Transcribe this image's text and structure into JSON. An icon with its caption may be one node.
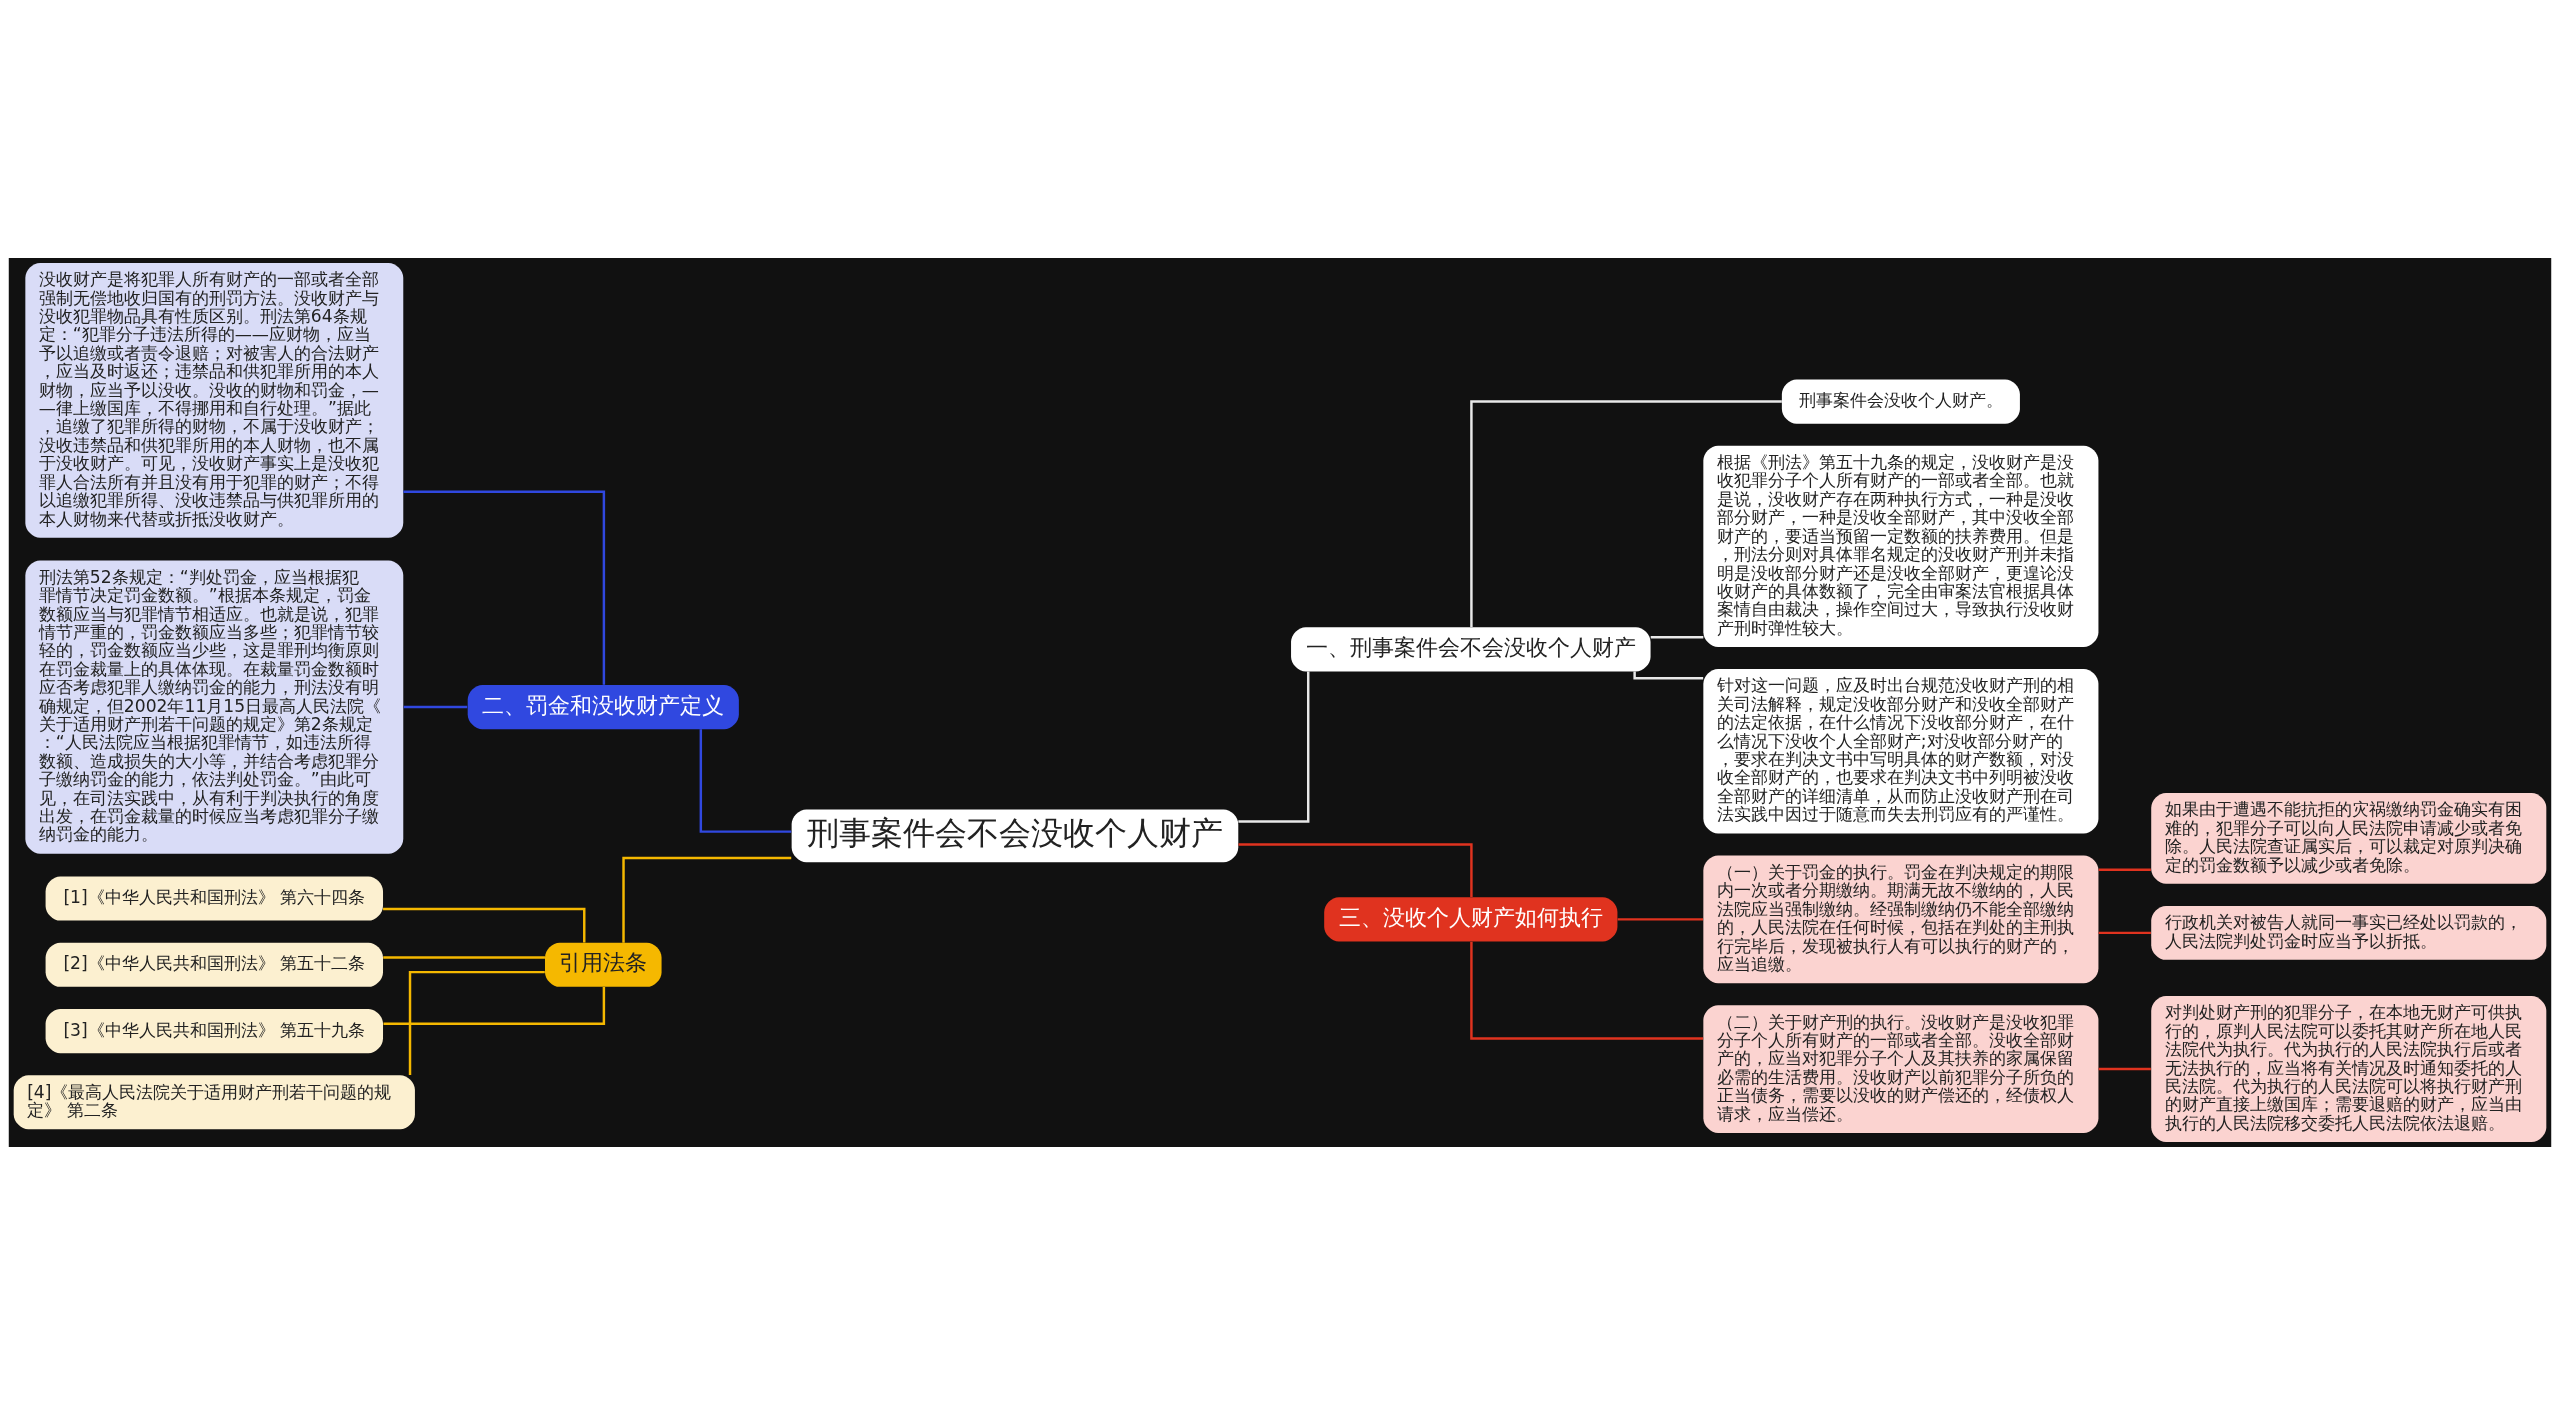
{
  "diagram": {
    "nodes": [
      {
        "text": [
          "刑事案件会不会没收个人财产"
        ]
      },
      {
        "text": [
          "一、刑事案件会不会没收个人财产"
        ]
      },
      {
        "text": [
          "刑事案件会没收个人财产。"
        ]
      },
      {
        "text": [
          "根据《刑法》第五十九条的规定，没收财产是没收犯罪分子个人所有财产的一部或者全部。也就是说，没收财产存在两种执行方式，一种是没收部分财产，一种是没收全部财产，其中没收全部财产的，要适当预留一定数额的扶养费用。但是，刑法分则对具体罪名规定的没收财产刑并未指明是没收部分财产还是没收全部财产，更遑论没收财产的具体数额了，完全由审案法官根据具体案情自由裁决，操作空间过大，导致执行没收财产刑时弹性较大。"
        ]
      },
      {
        "text": [
          "针对这一问题，应及时出台规范没收财产刑的相关司法解释，规定没收部分财产和没收全部财产的法定依据，在什么情况下没收部分财产，在什么情况下没收个人全部财产;对没收部分财产的，要求在判决文书中写明具体的财产数额，对没收全部财产的，也要求在判决文书中列明被没收全部财产的详细清单，从而防止没收财产刑在司法实践中因过于随意而失去刑罚应有的严谨性。"
        ]
      },
      {
        "text": [
          "三、没收个人财产如何执行"
        ]
      },
      {
        "text": [
          "（一）关于罚金的执行。罚金在判决规定的期限内一次或者分期缴纳。期满无故不缴纳的，人民法院应当强制缴纳。经强制缴纳仍不能全部缴纳的，人民法院在任何时候，包括在判处的主刑执行完毕后，发现被执行人有可以执行的财产的，应当追缴。"
        ]
      },
      {
        "text": [
          "如果由于遭遇不能抗拒的灾祸缴纳罚金确实有困难的，犯罪分子可以向人民法院申请减少或者免除。人民法院查证属实后，可以裁定对原判决确定的罚金数额予以减少或者免除。"
        ]
      },
      {
        "text": [
          "行政机关对被告人就同一事实已经处以罚款的，人民法院判处罚金时应当予以折抵。"
        ]
      },
      {
        "text": [
          "（二）关于财产刑的执行。没收财产是没收犯罪分子个人所有财产的一部或者全部。没收全部财产的，应当对犯罪分子个人及其扶养的家属保留必需的生活费用。没收财产以前犯罪分子所负的正当债务，需要以没收的财产偿还的，经债权人请求，应当偿还。"
        ]
      },
      {
        "text": [
          "对判处财产刑的犯罪分子，在本地无财产可供执行的，原判人民法院可以委托其财产所在地人民法院代为执行。代为执行的人民法院执行后或者无法执行的，应当将有关情况及时通知委托的人民法院。代为执行的人民法院可以将执行财产刑的财产直接上缴国库；需要退赔的财产，应当由执行的人民法院移交委托人民法院依法退赔。"
        ]
      },
      {
        "text": [
          "二、罚金和没收财产定义"
        ]
      },
      {
        "text": [
          "没收财产是将犯罪人所有财产的一部或者全部强制无偿地收归国有的刑罚方法。没收财产与没收犯罪物品具有性质区别。刑法第64条规定：“犯罪分子违法所得的——应财物，应当予以追缴或者责令退赔；对被害人的合法财产，应当及时返还；违禁品和供犯罪所用的本人财物，应当予以没收。没收的财物和罚金，——律上缴国库，不得挪用和自行处理。”据此，追缴了犯罪所得的财物，不属于没收财产；没收违禁品和供犯罪所用的本人财物，也不属于没收财产。可见，没收财产事实上是没收犯罪人合法所有并且没有用于犯罪的财产；不得以追缴犯罪所得、没收违禁品与供犯罪所用的本人财物来代替或折抵没收财产。"
        ]
      },
      {
        "text": [
          "刑法第52条规定：“判处罚金，应当根据犯罪情节决定罚金数额。”根据本条规定，罚金数额应当与犯罪情节相适应。也就是说，犯罪情节严重的，罚金数额应当多些；犯罪情节较轻的，罚金数额应当少些，这是罪刑均衡原则在罚金裁量上的具体体现。在裁量罚金数额时应否考虑犯罪人缴纳罚金的能力，刑法没有明确规定，但2002年11月15日最高人民法院《关于适用财产刑若干问题的规定》第2条规定：“人民法院应当根据犯罪情节，如违法所得数额、造成损失的大小等，并结合考虑犯罪分子缴纳罚金的能力，依法判处罚金。”由此可见，在司法实践中，从有利于判决执行的角度出发，在罚金裁量的时候应当考虑犯罪分子缴纳罚金的能力。"
        ]
      },
      {
        "text": [
          "引用法条"
        ]
      },
      {
        "text": [
          "[1]《中华人民共和国刑法》 第六十四条"
        ]
      },
      {
        "text": [
          "[2]《中华人民共和国刑法》 第五十二条"
        ]
      },
      {
        "text": [
          "[3]《中华人民共和国刑法》 第五十九条"
        ]
      },
      {
        "text": [
          "[4]《最高人民法院关于适用财产刑若干问题的规定》 第二条"
        ]
      }
    ],
    "edges": [
      {
        "from": 0,
        "to": 1,
        "arrow": "none",
        "color": "#e8e8e8"
      },
      {
        "from": 1,
        "to": 2,
        "arrow": "none",
        "color": "#e8e8e8"
      },
      {
        "from": 1,
        "to": 3,
        "arrow": "none",
        "color": "#e8e8e8"
      },
      {
        "from": 1,
        "to": 4,
        "arrow": "none",
        "color": "#e8e8e8"
      },
      {
        "from": 0,
        "to": 5,
        "arrow": "none",
        "color": "#e0331f"
      },
      {
        "from": 5,
        "to": 6,
        "arrow": "none",
        "color": "#e0331f"
      },
      {
        "from": 6,
        "to": 7,
        "arrow": "none",
        "color": "#e0331f"
      },
      {
        "from": 6,
        "to": 8,
        "arrow": "none",
        "color": "#e0331f"
      },
      {
        "from": 5,
        "to": 9,
        "arrow": "none",
        "color": "#e0331f"
      },
      {
        "from": 9,
        "to": 10,
        "arrow": "none",
        "color": "#e0331f"
      },
      {
        "from": 0,
        "to": 11,
        "arrow": "none",
        "color": "#3048e0"
      },
      {
        "from": 11,
        "to": 12,
        "arrow": "none",
        "color": "#3048e0"
      },
      {
        "from": 11,
        "to": 13,
        "arrow": "none",
        "color": "#3048e0"
      },
      {
        "from": 0,
        "to": 14,
        "arrow": "none",
        "color": "#f5b800"
      },
      {
        "from": 14,
        "to": 15,
        "arrow": "none",
        "color": "#f5b800"
      },
      {
        "from": 14,
        "to": 16,
        "arrow": "none",
        "color": "#f5b800"
      },
      {
        "from": 14,
        "to": 17,
        "arrow": "none",
        "color": "#f5b800"
      },
      {
        "from": 14,
        "to": 18,
        "arrow": "none",
        "color": "#f5b800"
      }
    ]
  }
}
